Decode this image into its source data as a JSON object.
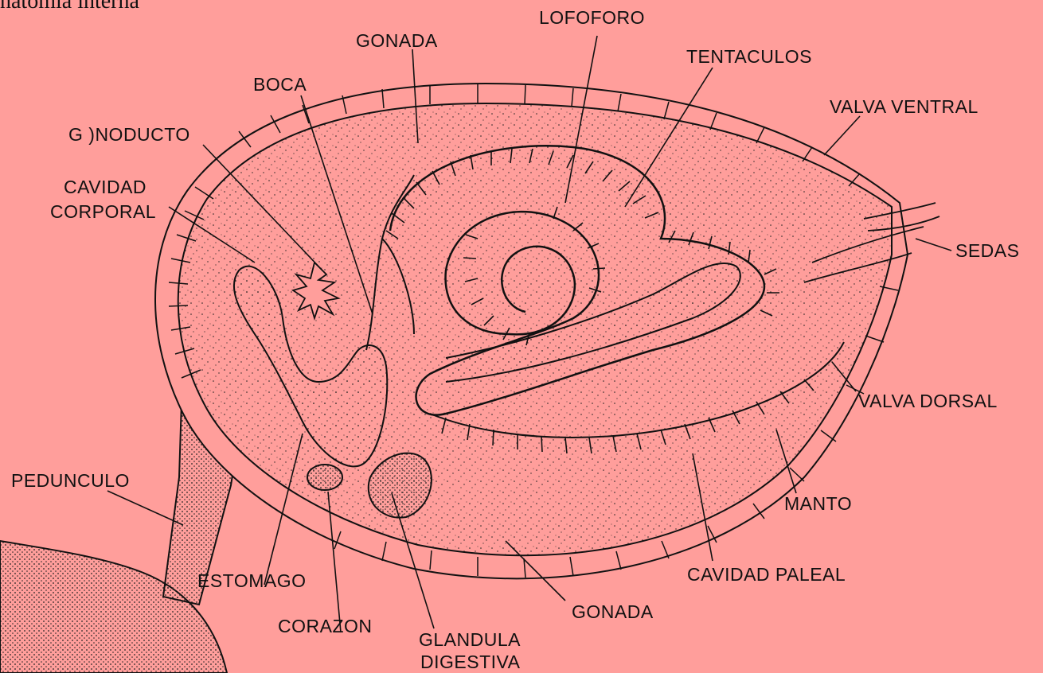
{
  "title_fragment": "natomia interna",
  "labels": {
    "lofoforo": "LOFOFORO",
    "gonada_top": "GONADA",
    "tentaculos": "TENTACULOS",
    "boca": "BOCA",
    "valva_ventral": "VALVA VENTRAL",
    "gonoducto": "G )NODUCTO",
    "cavidad_corporal_1": "CAVIDAD",
    "cavidad_corporal_2": "CORPORAL",
    "sedas": "SEDAS",
    "valva_dorsal": "VALVA DORSAL",
    "pedunculo": "PEDUNCULO",
    "manto": "MANTO",
    "cavidad_paleal": "CAVIDAD PALEAL",
    "estomago": "ESTOMAGO",
    "gonada_bottom": "GONADA",
    "corazon": "CORAZON",
    "glandula_1": "GLANDULA",
    "glandula_2": "DIGESTIVA"
  },
  "colors": {
    "background": "#FF9E9B",
    "ink": "#111111"
  }
}
